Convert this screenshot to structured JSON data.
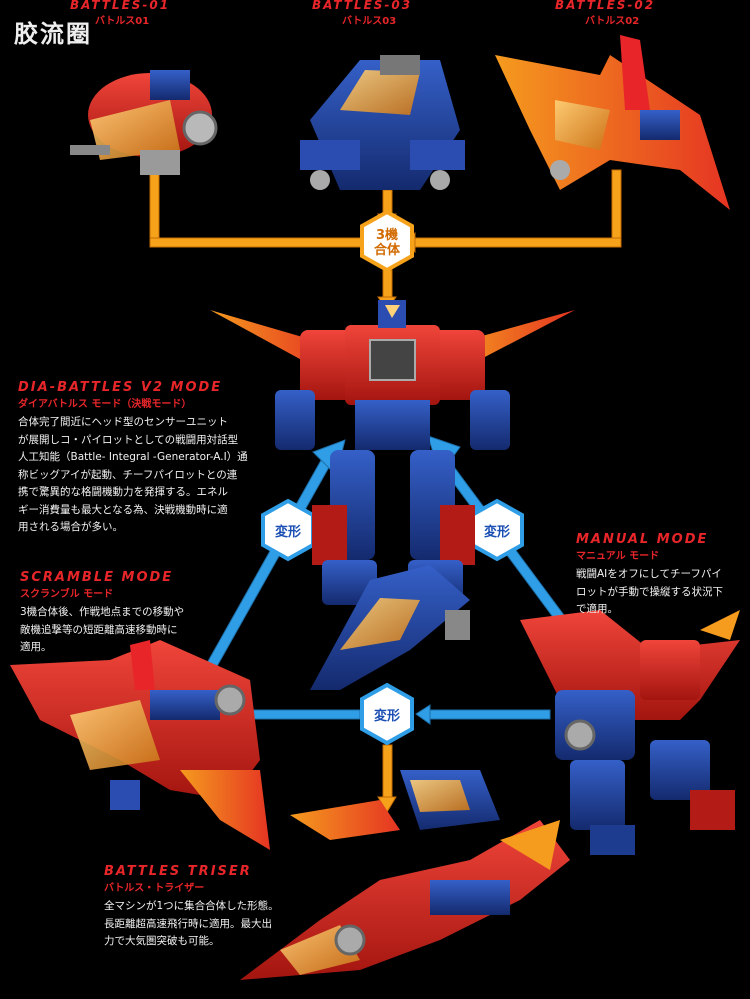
{
  "watermark": "胶流圈",
  "top": {
    "b01": {
      "en": "BATTLES-01",
      "jp": "バトルス01"
    },
    "b03": {
      "en": "BATTLES-03",
      "jp": "バトルス03"
    },
    "b02": {
      "en": "BATTLES-02",
      "jp": "バトルス02"
    }
  },
  "combine": {
    "line1": "3機",
    "line2": "合体"
  },
  "transform_label": "変形",
  "modes": {
    "dia": {
      "en": "DIA-BATTLES V2 MODE",
      "jp": "ダイアバトルス モード（決戦モード）",
      "desc": [
        "合体完了間近にヘッド型のセンサーユニット",
        "が展開しコ・パイロットとしての戦闘用対話型",
        "人工知能（Battle- Integral -Generator-A.I）通",
        "称ビッグアイが起動、チーフパイロットとの連",
        "携で驚異的な格闘機動力を発揮する。エネル",
        "ギー消費量も最大となる為、決戦機動時に適",
        "用される場合が多い。"
      ]
    },
    "scramble": {
      "en": "SCRAMBLE MODE",
      "jp": "スクランブル モード",
      "desc": [
        "3機合体後、作戦地点までの移動や",
        "敵機追撃等の短距離高速移動時に",
        "適用。"
      ]
    },
    "manual": {
      "en": "MANUAL MODE",
      "jp": "マニュアル モード",
      "desc": [
        "戦闘AIをオフにしてチーフパイ",
        "ロットが手動で操縦する状況下",
        "で適用。"
      ]
    },
    "triser": {
      "en": "BATTLES TRISER",
      "jp": "バトルス・トライザー",
      "desc": [
        "全マシンが1つに集合合体した形態。",
        "長距離超高速飛行時に適用。最大出",
        "力で大気圏突破も可能。"
      ]
    }
  },
  "colors": {
    "orange": "#f7a21b",
    "blue": "#2f9ee6",
    "red": "#e8262a",
    "robot_blue": "#1e3c8f",
    "robot_red": "#d8231f"
  }
}
